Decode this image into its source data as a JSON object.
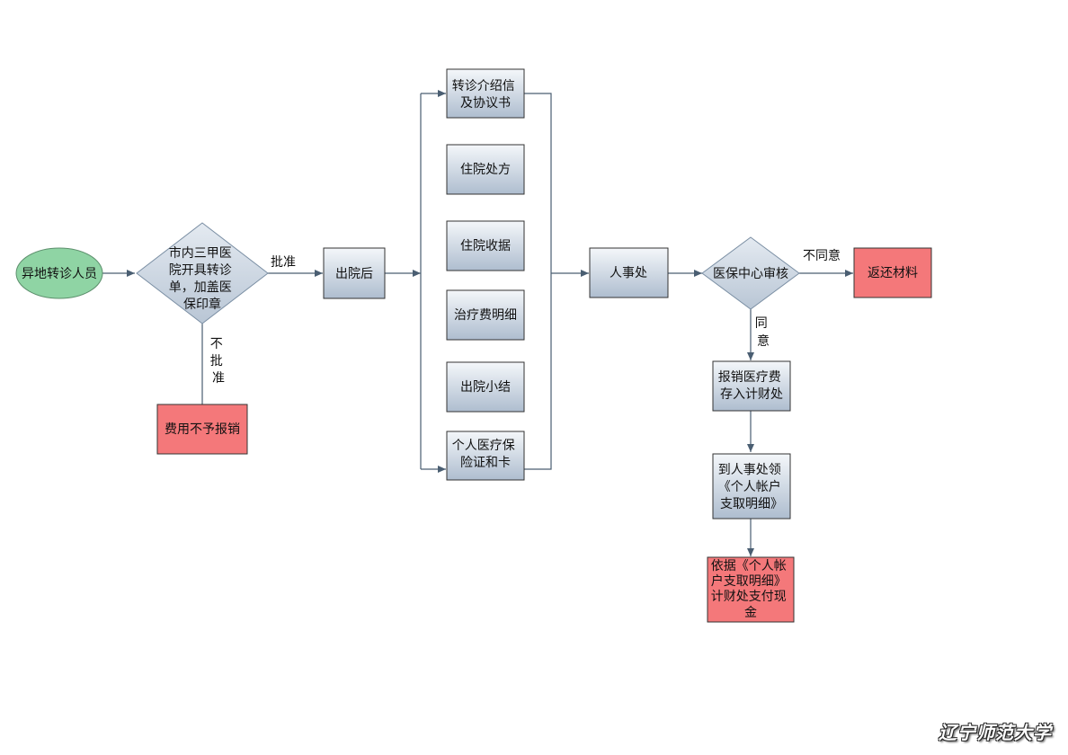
{
  "nodes": {
    "start": "异地转诊人员",
    "decision_hospital": [
      "市内三甲医",
      "院开具转诊",
      "单，加盖医",
      "保印章"
    ],
    "not_reimbursed": "费用不予报销",
    "discharge": "出院后",
    "doc_referral": [
      "转诊介绍信",
      "及协议书"
    ],
    "doc_prescription": "住院处方",
    "doc_receipt": "住院收据",
    "doc_treatment_detail": "治疗费明细",
    "doc_discharge_summary": "出院小结",
    "doc_insurance_card": [
      "个人医疗保",
      "险证和卡"
    ],
    "personnel_office": "人事处",
    "decision_review": "医保中心审核",
    "return_materials": "返还材料",
    "deposit_finance": [
      "报销医疗费",
      "存入计财处"
    ],
    "collect_detail": [
      "到人事处领",
      "《个人帐户",
      "支取明细》"
    ],
    "pay_cash": [
      "依据《个人帐",
      "户支取明细》",
      "计财处支付现",
      "金"
    ]
  },
  "labels": {
    "approve": "批准",
    "not_approve": [
      "不",
      "批",
      "准"
    ],
    "disagree": "不同意",
    "agree": [
      "同",
      "意"
    ]
  },
  "watermark": "辽宁师范大学",
  "colors": {
    "start_fill": "#8fd4a4",
    "process_fill_top": "#f2f5f9",
    "process_fill_bottom": "#b5c3d3",
    "diamond_fill": "#c8d3e0",
    "red_fill": "#f4787a",
    "line": "#4a5e72"
  }
}
